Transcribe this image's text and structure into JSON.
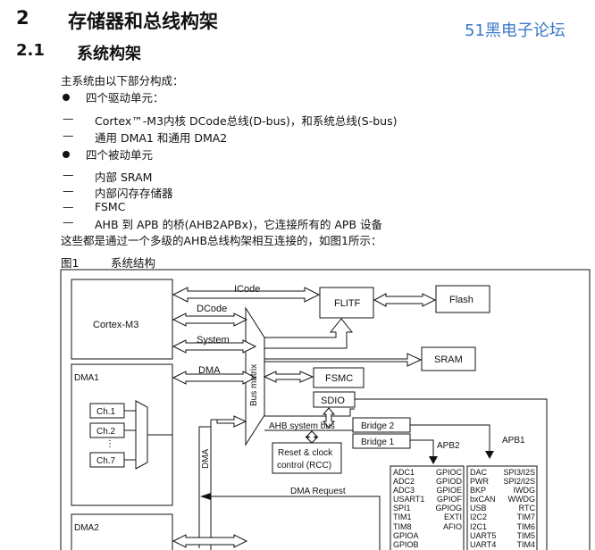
{
  "heading": {
    "number": "2",
    "title": "存储器和总线构架"
  },
  "watermark": "51黑电子论坛",
  "subheading": {
    "number": "2.1",
    "title": "系统构架"
  },
  "intro": "主系统由以下部分构成：",
  "drive_units": {
    "title": "四个驱动单元：",
    "items": [
      "Cortex™-M3内核 DCode总线(D-bus)，和系统总线(S-bus)",
      "通用 DMA1 和通用 DMA2"
    ]
  },
  "passive_units": {
    "title": "四个被动单元",
    "items": [
      "内部 SRAM",
      "内部闪存存储器",
      "FSMC",
      "AHB 到 APB 的桥(AHB2APBx)，它连接所有的 APB 设备"
    ]
  },
  "summary": "这些都是通过一个多级的AHB总线构架相互连接的，如图1所示：",
  "figure": {
    "caption_num": "图1",
    "caption_title": "系统结构",
    "labels": {
      "cortex": "Cortex-M3",
      "icode": "ICode",
      "dcode": "DCode",
      "system": "System",
      "dma": "DMA",
      "flitf": "FLITF",
      "flash": "Flash",
      "bus_matrix": "Bus matrix",
      "sram": "SRAM",
      "fsmc": "FSMC",
      "sdio": "SDIO",
      "dma1": "DMA1",
      "ch1": "Ch.1",
      "ch2": "Ch.2",
      "ch7": "Ch.7",
      "ch_dots": "⋮",
      "dma_vertical": "DMA",
      "ahb_bus": "AHB system bus",
      "bridge2": "Bridge 2",
      "bridge1": "Bridge 1",
      "reset_clock_1": "Reset & clock",
      "reset_clock_2": "control (RCC)",
      "apb2": "APB2",
      "apb1": "APB1",
      "dma_request": "DMA Request",
      "dma2": "DMA2"
    },
    "apb2_left": [
      "ADC1",
      "ADC2",
      "ADC3",
      "USART1",
      "SPI1",
      "TIM1",
      "TIM8",
      "GPIOA",
      "GPIOB"
    ],
    "apb2_right": [
      "GPIOC",
      "GPIOD",
      "GPIOE",
      "GPIOF",
      "GPIOG",
      "EXTI",
      "AFIO"
    ],
    "apb1_left": [
      "DAC",
      "PWR",
      "BKP",
      "bxCAN",
      "USB",
      "I2C2",
      "I2C1",
      "UART5",
      "UART4"
    ],
    "apb1_right": [
      "SPI3/I2S",
      "SPI2/I2S",
      "IWDG",
      "WWDG",
      "RTC",
      "TIM7",
      "TIM6",
      "TIM5",
      "TIM4"
    ]
  }
}
